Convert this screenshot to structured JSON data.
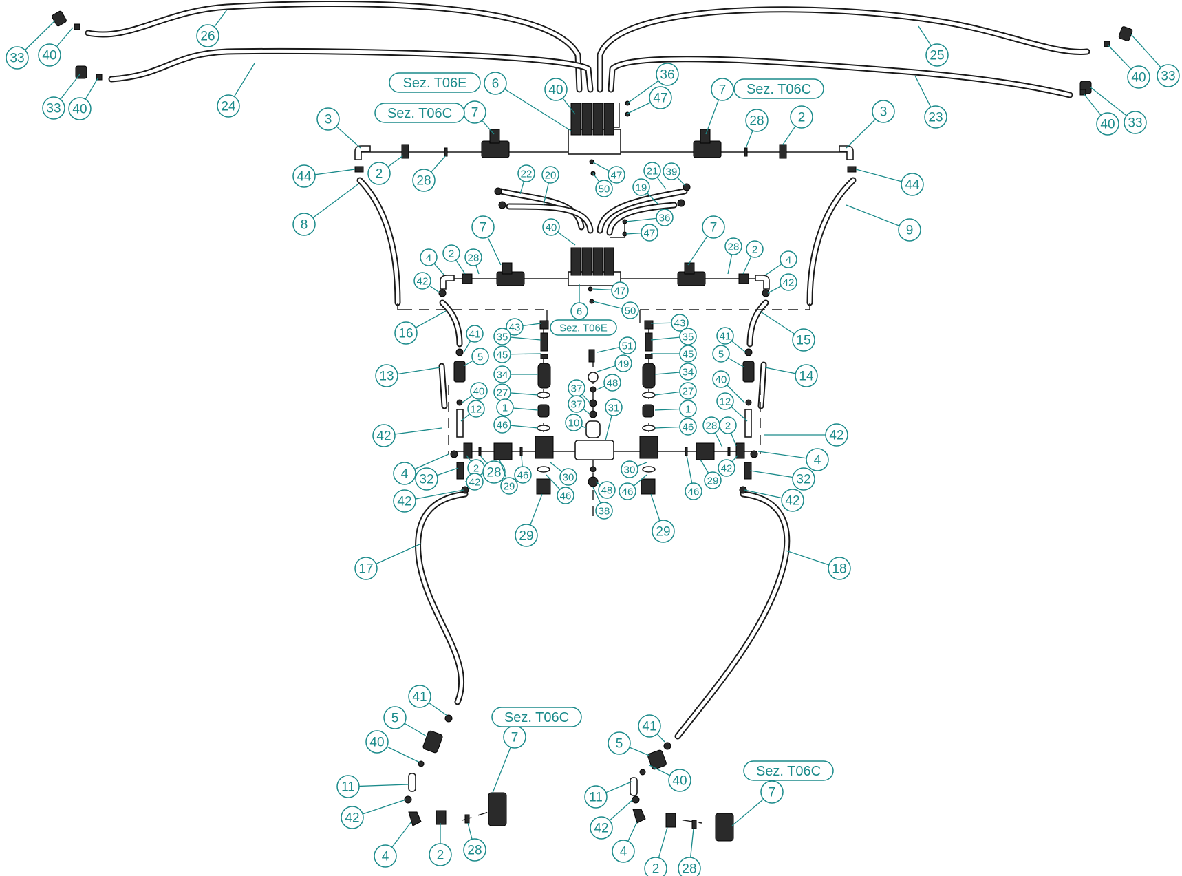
{
  "colors": {
    "callout": "#1a8a8a",
    "part": "#1a1a1a",
    "background": "#ffffff"
  },
  "section_labels": {
    "top_manifold": "Sez. T06E",
    "top_left_valve": "Sez. T06C",
    "top_right_valve": "Sez. T06C",
    "middle_manifold": "Sez. T06E",
    "bottom_left_valve": "Sez. T06C",
    "bottom_right_valve": "Sez. T06C"
  },
  "callouts": {
    "tl_33": "33",
    "tl_40": "40",
    "tl_26": "26",
    "tl2_33": "33",
    "tl2_40": "40",
    "tl_24": "24",
    "tr_25": "25",
    "tr_40": "40",
    "tr_33": "33",
    "tr_23": "23",
    "tr2_40": "40",
    "tr2_33": "33",
    "top_6": "6",
    "top_40": "40",
    "top_36": "36",
    "top_47": "47",
    "tlv_7": "7",
    "trv_7": "7",
    "top_28r": "28",
    "top_2r": "2",
    "top_3r": "3",
    "top_3l": "3",
    "top_44l": "44",
    "top_2l": "2",
    "top_28l": "28",
    "top_44r": "44",
    "top_47b": "47",
    "top_50b": "50",
    "h_22": "22",
    "h_20": "20",
    "h_21": "21",
    "h_39": "39",
    "h_19": "19",
    "mid_36": "36",
    "mid_47a": "47",
    "hose_8": "8",
    "hose_9": "9",
    "mid_40": "40",
    "mid_7l": "7",
    "mid_7r": "7",
    "mid_4l": "4",
    "mid_2l": "2",
    "mid_28l": "28",
    "mid_42l": "42",
    "mid_28r": "28",
    "mid_2r": "2",
    "mid_4r": "4",
    "mid_42r": "42",
    "mid_47b": "47",
    "mid_6": "6",
    "mid_50": "50",
    "hose_16": "16",
    "hose_15": "15",
    "l_43": "43",
    "l_35": "35",
    "l_45": "45",
    "l_34": "34",
    "l_27": "27",
    "l_1": "1",
    "l_46": "46",
    "r_43": "43",
    "r_35": "35",
    "r_45": "45",
    "r_34": "34",
    "r_27": "27",
    "r_1": "1",
    "r_46": "46",
    "c_51": "51",
    "c_49": "49",
    "c_48": "48",
    "c_37a": "37",
    "c_37b": "37",
    "c_10": "10",
    "c_31": "31",
    "c_48b": "48",
    "c_38": "38",
    "l_41": "41",
    "l_5": "5",
    "l_40": "40",
    "l_12": "12",
    "hose_13": "13",
    "l_42a": "42",
    "r_41": "41",
    "r_5": "5",
    "r_40": "40",
    "r_12": "12",
    "hose_14": "14",
    "r_42a": "42",
    "l_4": "4",
    "l_32": "32",
    "l_2": "2",
    "l_42b": "42",
    "l_42c": "42",
    "l_28": "28",
    "l_29a": "29",
    "l_46b": "46",
    "l_30": "30",
    "l_46c": "46",
    "l_29b": "29",
    "r_30": "30",
    "r_46b": "46",
    "r_29b": "29",
    "r_46c": "46",
    "r_29a": "29",
    "r_28": "28",
    "r_2": "2",
    "r_42b": "42",
    "r_4": "4",
    "r_32": "32",
    "r_42c": "42",
    "hose_17": "17",
    "hose_18": "18",
    "bl_41": "41",
    "bl_5": "5",
    "bl_40": "40",
    "bl_11": "11",
    "bl_42": "42",
    "bl_4": "4",
    "bl_2": "2",
    "bl_28": "28",
    "bl_7": "7",
    "br_41": "41",
    "br_5": "5",
    "br_40": "40",
    "br_11": "11",
    "br_42": "42",
    "br_4": "4",
    "br_2": "2",
    "br_28": "28",
    "br_7": "7"
  }
}
